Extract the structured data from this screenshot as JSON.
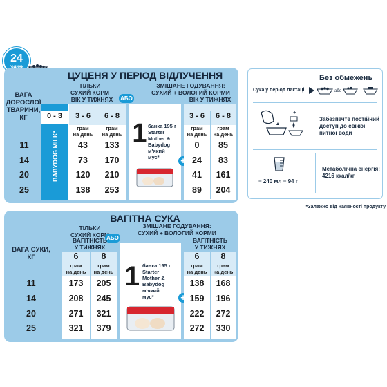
{
  "badge": {
    "hours": "24",
    "label": "години"
  },
  "puppies": {
    "title": "ЦУЦЕНЯ У ПЕРІОД ВІДЛУЧЕННЯ",
    "dry_label_1": "ТІЛЬКИ",
    "dry_label_2": "СУХИЙ КОРМ",
    "or_label": "АБО",
    "mixed_label_1": "ЗМІШАНЕ ГОДУВАННЯ:",
    "mixed_label_2": "СУХИЙ + ВОЛОГИЙ КОРМИ",
    "weight_label": [
      "ВАГА",
      "ДОРОСЛОЇ",
      "ТВАРИНИ,",
      "КГ"
    ],
    "age_weeks_left": "ВІК У ТИЖНЯХ",
    "age_weeks_right": "ВІК У ТИЖНЯХ",
    "col_0_3": "0 - 3",
    "col_3_6": "3 - 6",
    "col_6_8": "6 - 8",
    "unit_1": "грам",
    "unit_2": "на день",
    "babydog": "BABYDOG MILK*",
    "can_count": "1",
    "can_text": [
      "банка 195 г",
      "Starter",
      "Mother &",
      "Babydog",
      "м'який",
      "мус*"
    ],
    "rows": [
      {
        "weight": "11",
        "dry_3_6": "43",
        "dry_6_8": "133",
        "mix_3_6": "0",
        "mix_6_8": "85"
      },
      {
        "weight": "14",
        "dry_3_6": "73",
        "dry_6_8": "170",
        "mix_3_6": "24",
        "mix_6_8": "83"
      },
      {
        "weight": "20",
        "dry_3_6": "120",
        "dry_6_8": "210",
        "mix_3_6": "41",
        "mix_6_8": "161"
      },
      {
        "weight": "25",
        "dry_3_6": "138",
        "dry_6_8": "253",
        "mix_3_6": "89",
        "mix_6_8": "204"
      }
    ]
  },
  "side": {
    "unlimited": "Без обмежень",
    "lactation": "Сука у період лактації",
    "or_small": "або",
    "water_text": [
      "Забезпечте постійний",
      "доступ до свіжої",
      "питної води"
    ],
    "cup_text": "= 240 мл = 94 г",
    "energy_text": [
      "Метаболічна енергія:",
      "4216 ккал/кг"
    ],
    "footnote": "*Залежно від наявності продукту"
  },
  "pregnant": {
    "title": "ВАГІТНА СУКА",
    "dry_label_1": "ТІЛЬКИ",
    "dry_label_2": "СУХИЙ КОРМ",
    "or_label": "АБО",
    "mixed_label_1": "ЗМІШАНЕ ГОДУВАННЯ:",
    "mixed_label_2": "СУХИЙ + ВОЛОГИЙ КОРМИ",
    "preg_left": [
      "ВАГІТНІСТЬ",
      "У ТИЖНЯХ"
    ],
    "preg_right": [
      "ВАГІТНІСТЬ",
      "У ТИЖНЯХ"
    ],
    "weight_label": [
      "ВАГА СУКИ,",
      "КГ"
    ],
    "col_6": "6",
    "col_8": "8",
    "unit_1": "грам",
    "unit_2": "на день",
    "can_count": "1",
    "can_text": [
      "банка 195 г",
      "Starter",
      "Mother &",
      "Babydog",
      "м'який",
      "мус*"
    ],
    "rows": [
      {
        "weight": "11",
        "dry_6": "173",
        "dry_8": "205",
        "mix_6": "138",
        "mix_8": "168"
      },
      {
        "weight": "14",
        "dry_6": "208",
        "dry_8": "245",
        "mix_6": "159",
        "mix_8": "196"
      },
      {
        "weight": "20",
        "dry_6": "271",
        "dry_8": "321",
        "mix_6": "222",
        "mix_8": "272"
      },
      {
        "weight": "25",
        "dry_6": "321",
        "dry_8": "379",
        "mix_6": "272",
        "mix_8": "330"
      }
    ]
  },
  "colors": {
    "panel": "#9ccbe8",
    "accent": "#1a9bd7",
    "light": "#d8ebf7",
    "brand_red": "#d7262f"
  }
}
